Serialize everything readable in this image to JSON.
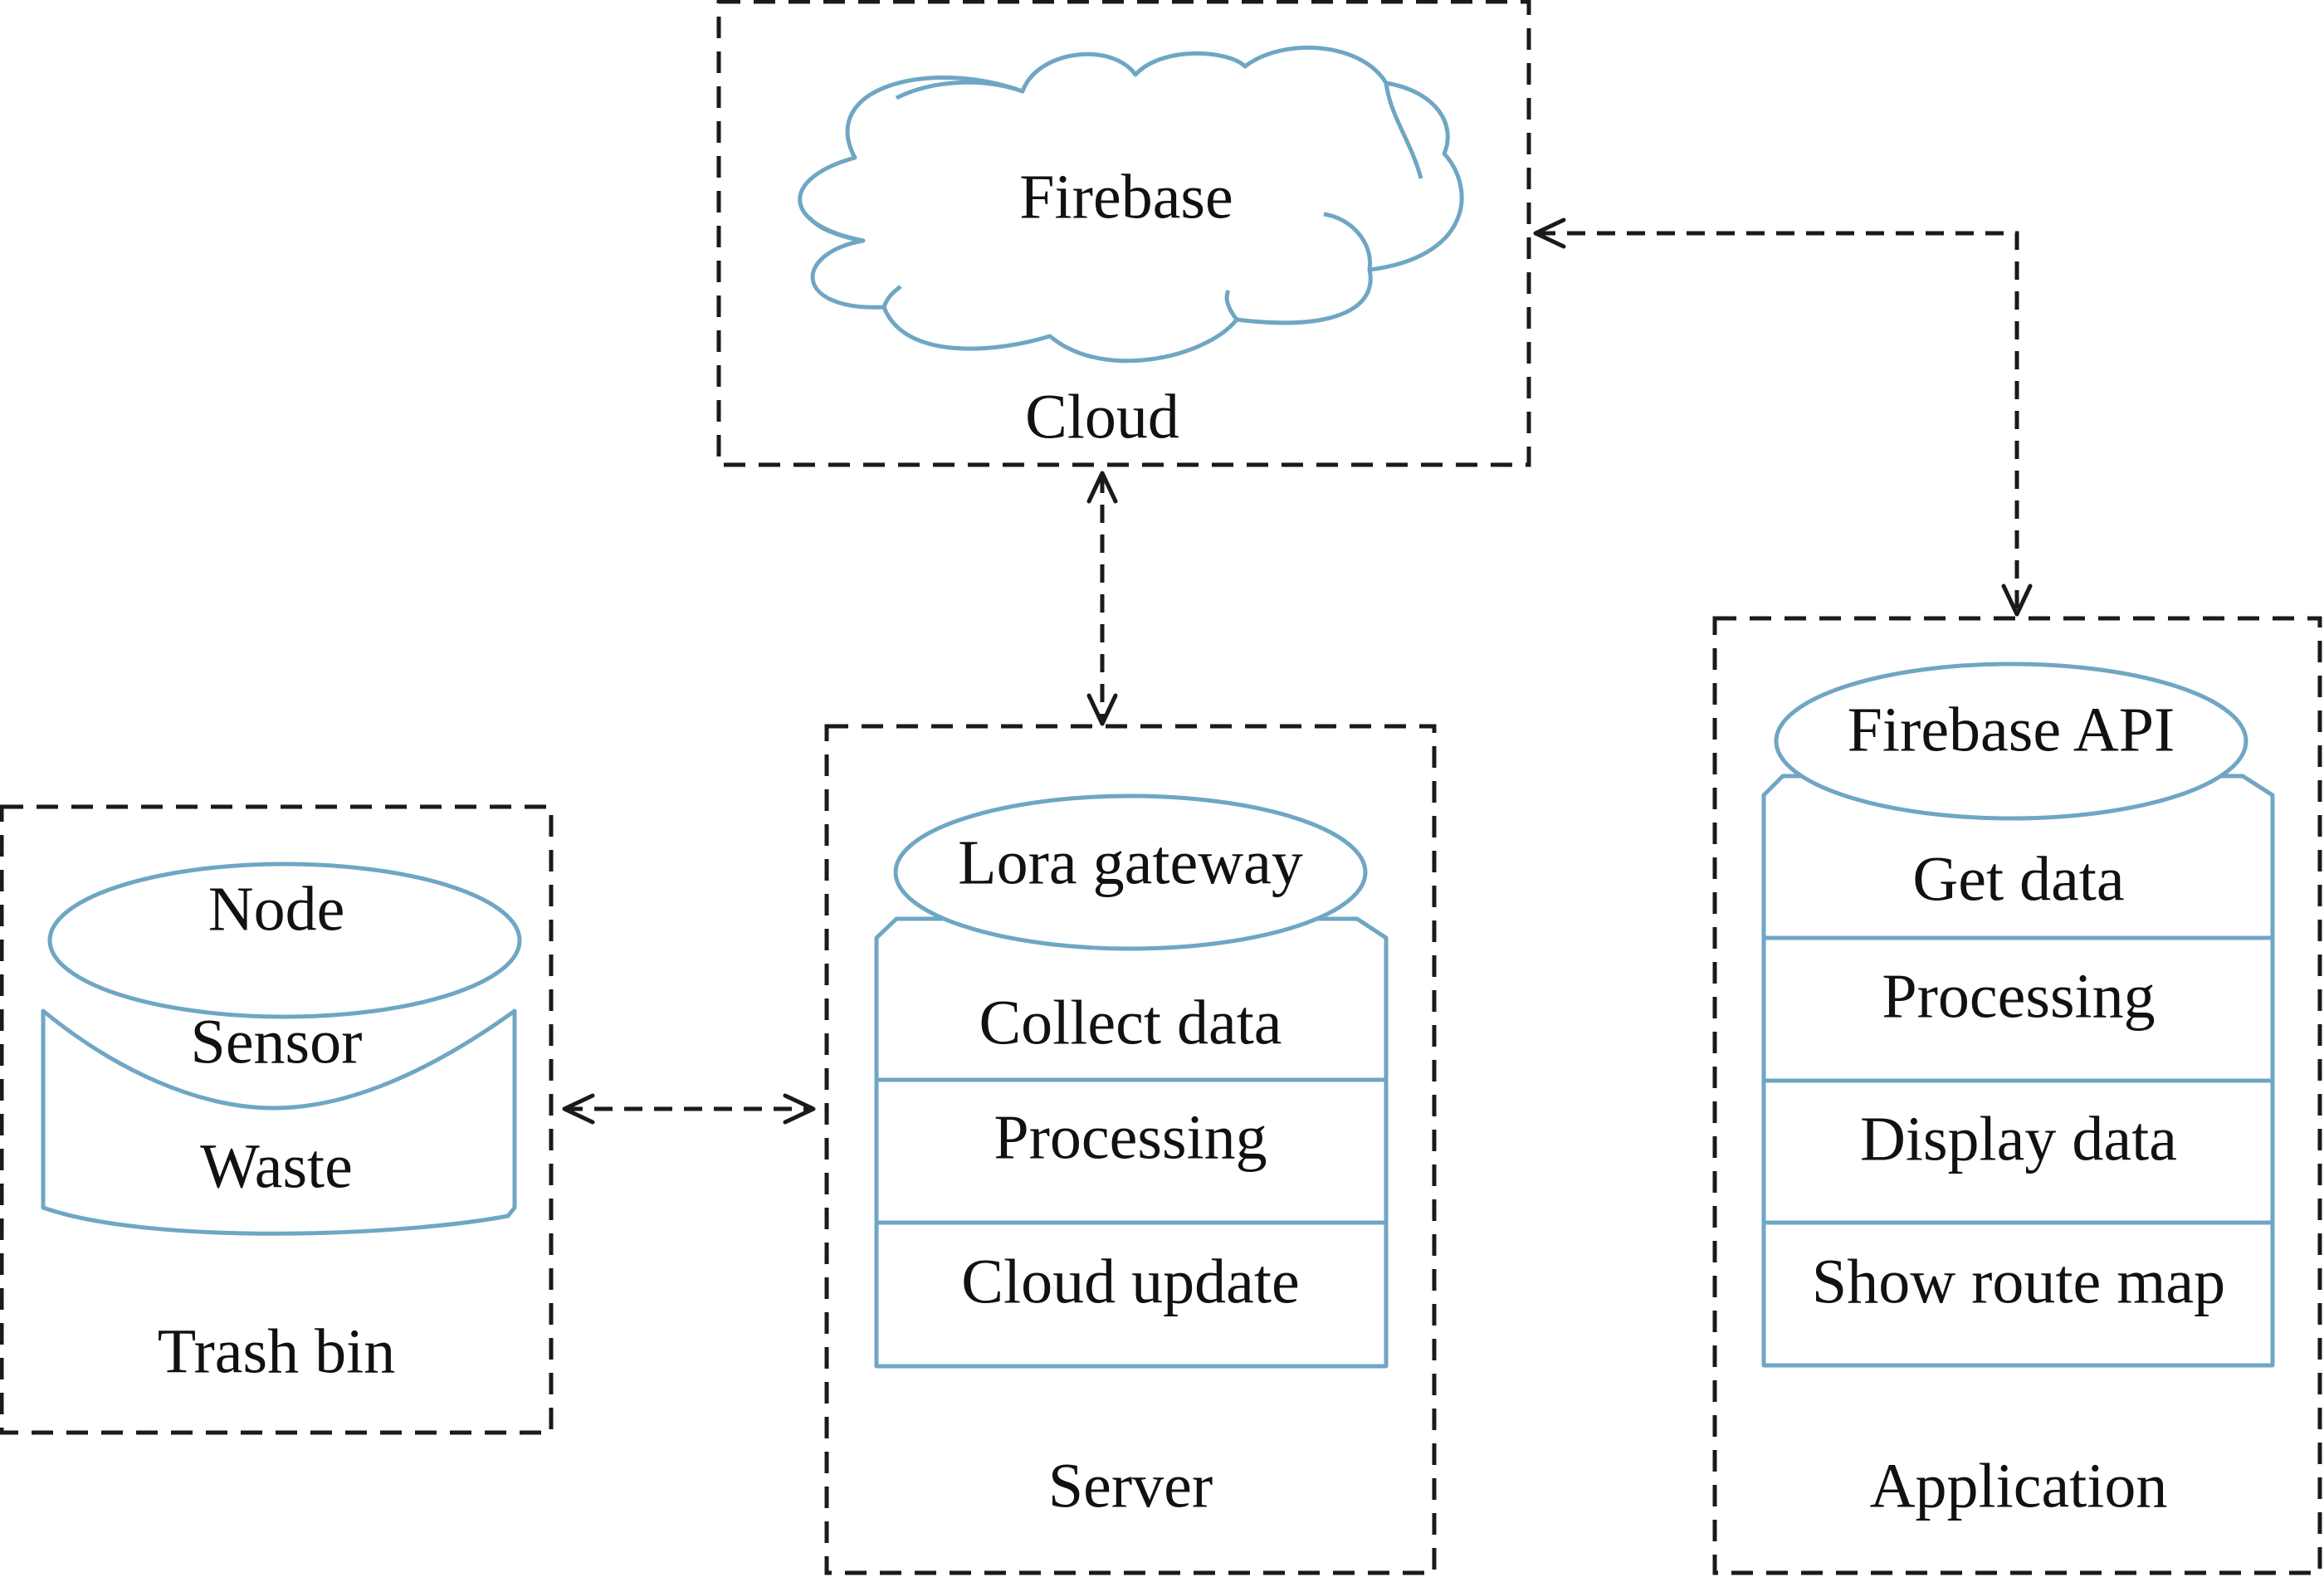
{
  "colors": {
    "shape_stroke": "#6fa6c4",
    "dash_stroke": "#1a1a1a",
    "text": "#111111"
  },
  "cloud": {
    "title": "Firebase",
    "label": "Cloud"
  },
  "trash_bin": {
    "top": "Node",
    "middle": "Sensor",
    "body": "Waste",
    "label": "Trash bin"
  },
  "server": {
    "top": "Lora gateway",
    "rows": [
      "Collect data",
      "Processing",
      "Cloud update"
    ],
    "label": "Server"
  },
  "application": {
    "top": "Firebase API",
    "rows": [
      "Get data",
      "Processing",
      "Display data",
      "Show route map"
    ],
    "label": "Application"
  }
}
